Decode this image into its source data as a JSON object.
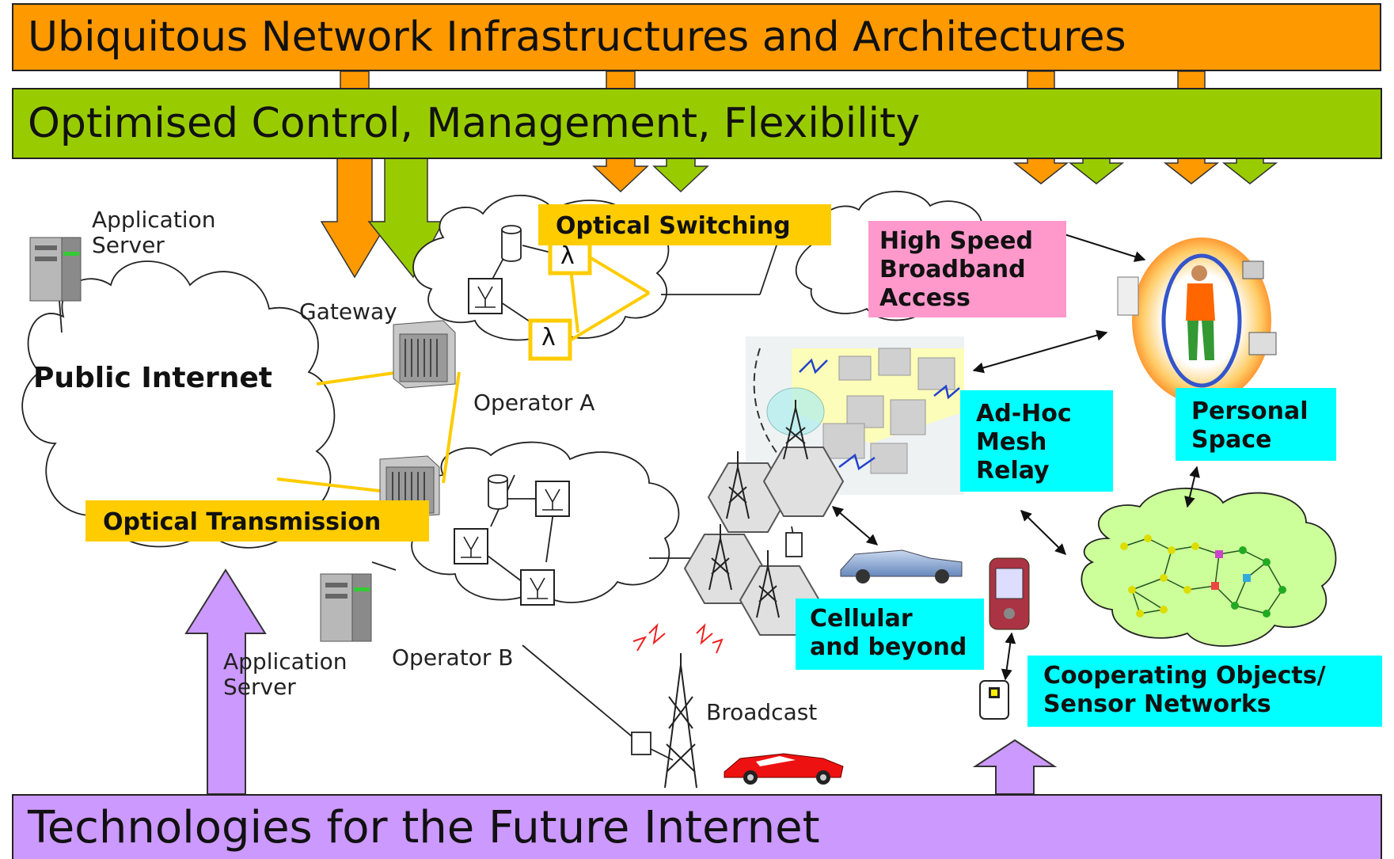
{
  "banners": {
    "top": "Ubiquitous Network Infrastructures and Architectures",
    "second": "Optimised Control, Management, Flexibility",
    "bottom": "Technologies for the Future Internet"
  },
  "labels": {
    "app_server_top": "Application\nServer",
    "gateway": "Gateway",
    "public_internet": "Public Internet",
    "operator_a": "Operator A",
    "operator_b": "Operator B",
    "app_server_bottom": "Application\nServer",
    "broadcast": "Broadcast",
    "lambda": "λ"
  },
  "tags": {
    "optical_switching": "Optical Switching",
    "optical_transmission": "Optical Transmission",
    "high_speed": "High Speed\nBroadband\nAccess",
    "adhoc": "Ad-Hoc\nMesh\nRelay",
    "personal_space": "Personal\nSpace",
    "cellular": "Cellular\nand beyond",
    "cooperating": "Cooperating Objects/\nSensor Networks"
  },
  "colors": {
    "orange": "#ff9900",
    "green": "#99cc00",
    "purple": "#cc99ff",
    "yellow_tag": "#ffcc00",
    "cyan_tag": "#00ffff",
    "pink_tag": "#ff99cc",
    "sensor_cloud": "#ccff99"
  }
}
